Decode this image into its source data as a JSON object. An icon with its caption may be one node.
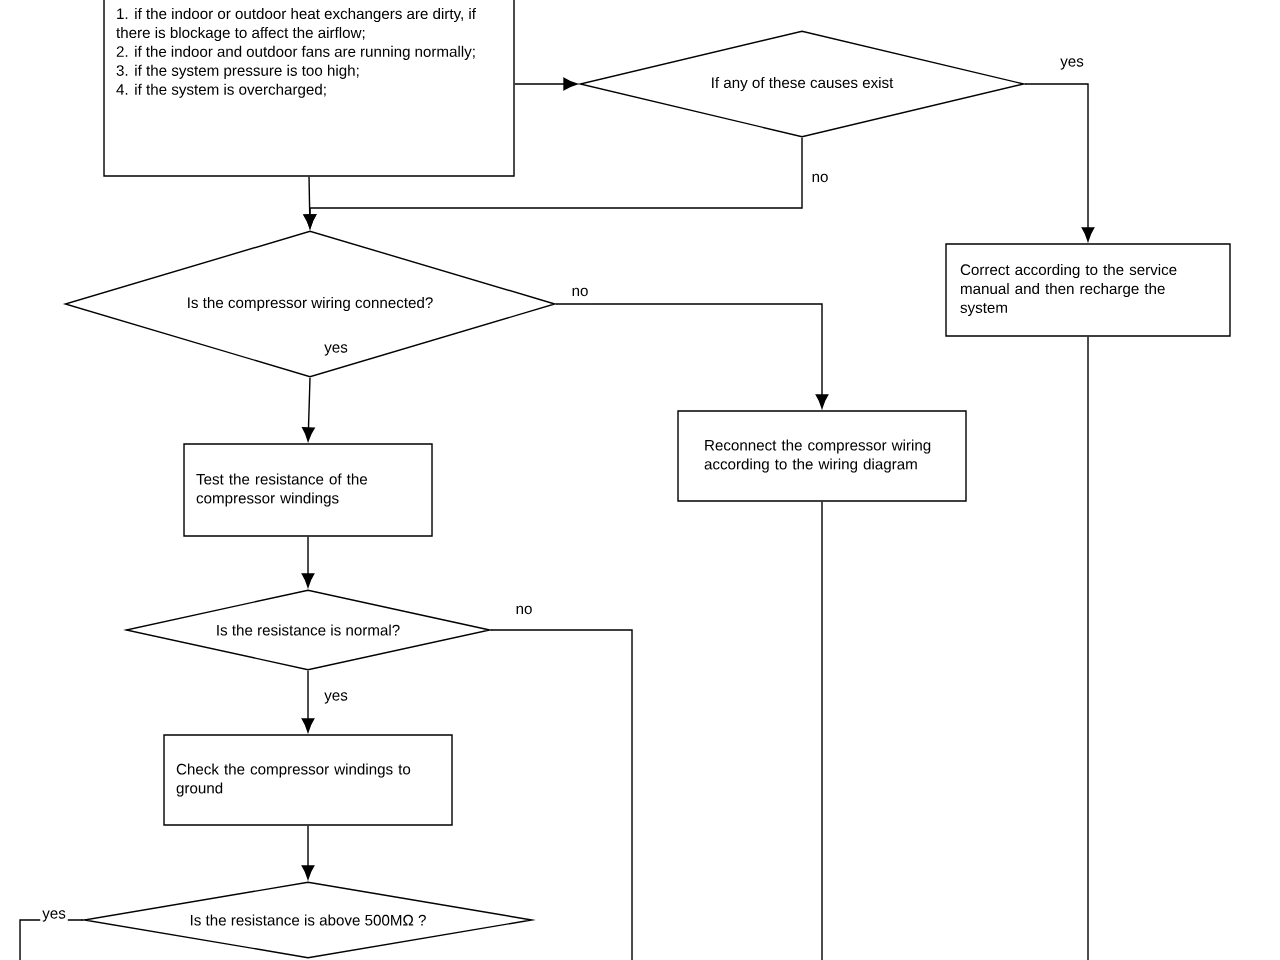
{
  "diagram": {
    "nodes": [
      {
        "text": [
          "1. if the indoor or outdoor heat exchangers are dirty, if there is blockage to affect the airflow;",
          "2. if the indoor and outdoor fans are running normally;",
          "3. if the system pressure is too high;",
          "4. if the system is overcharged;"
        ]
      },
      {
        "text": [
          "If any of these causes exist"
        ]
      },
      {
        "text": [
          "Correct according to the service manual and then recharge the system"
        ]
      },
      {
        "text": [
          "Is the compressor wiring connected?"
        ]
      },
      {
        "text": [
          "Reconnect the compressor wiring according to the wiring diagram"
        ]
      },
      {
        "text": [
          "Test the resistance of the compressor windings"
        ]
      },
      {
        "text": [
          "Is the resistance is normal?"
        ]
      },
      {
        "text": [
          "Check the compressor windings to ground"
        ]
      },
      {
        "text": [
          "Is the resistance is above 500MΩ ?"
        ]
      }
    ],
    "edges": [
      {
        "from": 0,
        "to": 1,
        "arrow": "to"
      },
      {
        "from": 1,
        "to": 2,
        "arrow": "to",
        "label": "yes"
      },
      {
        "from": 0,
        "to": 3,
        "arrow": "to"
      },
      {
        "from": 1,
        "to": 3,
        "arrow": "to",
        "label": "no"
      },
      {
        "from": 3,
        "to": 4,
        "arrow": "to",
        "label": "no"
      },
      {
        "from": 3,
        "to": 5,
        "arrow": "to",
        "label": "yes"
      },
      {
        "from": 5,
        "to": 6,
        "arrow": "to"
      },
      {
        "from": 6,
        "to": null,
        "arrow": "none",
        "label": "no"
      },
      {
        "from": 6,
        "to": 7,
        "arrow": "to",
        "label": "yes"
      },
      {
        "from": 7,
        "to": 8,
        "arrow": "to"
      },
      {
        "from": 8,
        "to": null,
        "arrow": "none",
        "label": "yes"
      },
      {
        "from": 2,
        "to": null,
        "arrow": "none"
      },
      {
        "from": 4,
        "to": null,
        "arrow": "none"
      }
    ]
  }
}
